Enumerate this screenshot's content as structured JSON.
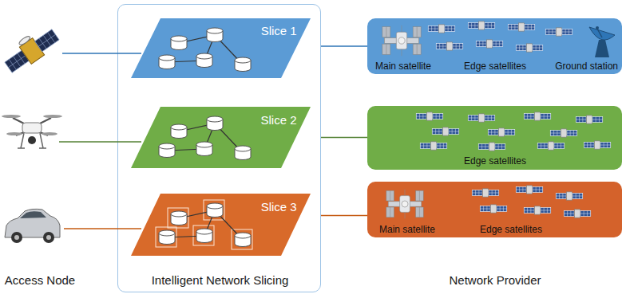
{
  "diagram": {
    "nodes": [
      {
        "text": [
          "Intelligent Network Slicing"
        ]
      },
      {
        "text": [
          "Slice 1"
        ],
        "in": 0
      },
      {
        "text": [
          "Slice 2"
        ],
        "in": 0
      },
      {
        "text": [
          "Slice 3"
        ],
        "in": 0
      },
      {
        "text": [
          "Main satellite",
          "Edge satellites",
          "Ground station"
        ]
      },
      {
        "text": [
          "Edge satellites"
        ]
      },
      {
        "text": [
          "Main satellite",
          "Edge satellites"
        ]
      }
    ],
    "edges": [
      {
        "from": 1,
        "to": 4,
        "arrow": "none"
      },
      {
        "from": 2,
        "to": 5,
        "arrow": "none"
      },
      {
        "from": 3,
        "to": 6,
        "arrow": "none"
      }
    ],
    "labels": [
      "Access Node",
      "Network Provider"
    ]
  }
}
